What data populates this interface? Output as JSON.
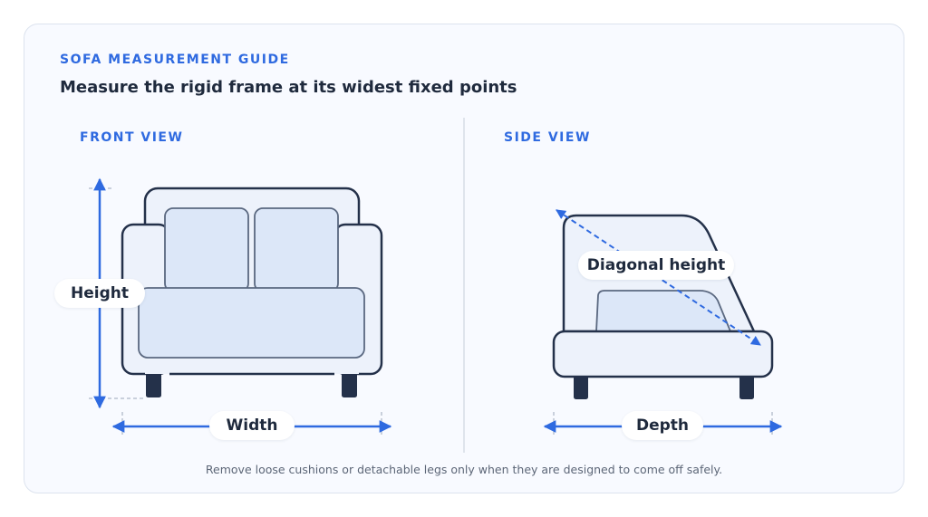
{
  "guide": {
    "eyebrow": "SOFA MEASUREMENT GUIDE",
    "headline": "Measure the rigid frame at its widest fixed points",
    "footnote": "Remove loose cushions or detachable legs only when they are designed to come off safely."
  },
  "front_view": {
    "title": "FRONT VIEW",
    "height_label": "Height",
    "width_label": "Width"
  },
  "side_view": {
    "title": "SIDE VIEW",
    "diagonal_label": "Diagonal height",
    "depth_label": "Depth"
  },
  "colors": {
    "accent": "#2f6ae0",
    "outline": "#24314a",
    "fill": "#edf2fb",
    "cushion": "#dce7f8",
    "text": "#1f2a3d"
  }
}
